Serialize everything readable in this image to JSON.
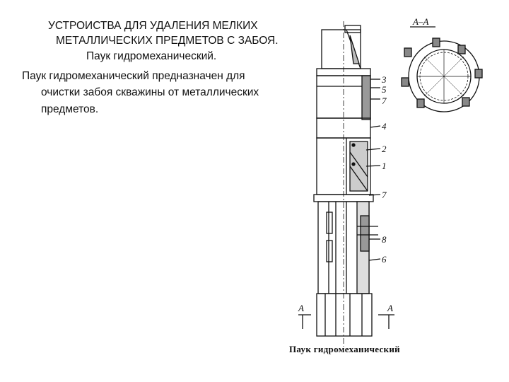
{
  "slide": {
    "title_line1": "УСТРОИСТВА ДЛЯ УДАЛЕНИЯ МЕЛКИХ",
    "title_line2": "МЕТАЛЛИЧЕСКИХ ПРЕДМЕТОВ С ЗАБОЯ.",
    "subtitle": "Паук гидромеханический.",
    "body_line1": "Паук гидромеханический предназначен для",
    "body_line2": "очистки забоя скважины от металлических",
    "body_line3": "предметов."
  },
  "figure": {
    "section_label": "А–А",
    "callouts": [
      "3",
      "5",
      "7",
      "4",
      "2",
      "1",
      "7",
      "8",
      "6"
    ],
    "cut_marker": "А",
    "caption": "Паук гидромеханический"
  }
}
